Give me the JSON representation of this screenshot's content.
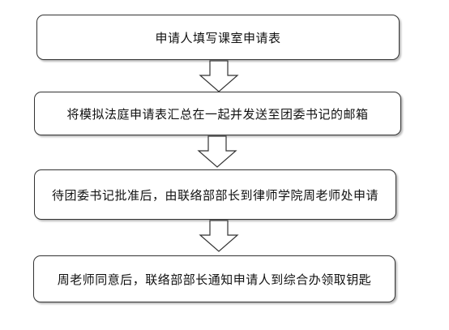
{
  "flowchart": {
    "steps": [
      {
        "label": "申请人填写课室申请表"
      },
      {
        "label": "将模拟法庭申请表汇总在一起并发送至团委书记的邮箱"
      },
      {
        "label": "待团委书记批准后，由联络部部长到律师学院周老师处申请"
      },
      {
        "label": "周老师同意后，联络部部长通知申请人到综合办领取钥匙"
      }
    ],
    "arrows": [
      {
        "icon": "down-arrow-icon"
      },
      {
        "icon": "down-arrow-icon"
      },
      {
        "icon": "down-arrow-icon"
      }
    ],
    "colors": {
      "stroke": "#333333",
      "fill": "#ffffff",
      "text": "#111111"
    }
  }
}
